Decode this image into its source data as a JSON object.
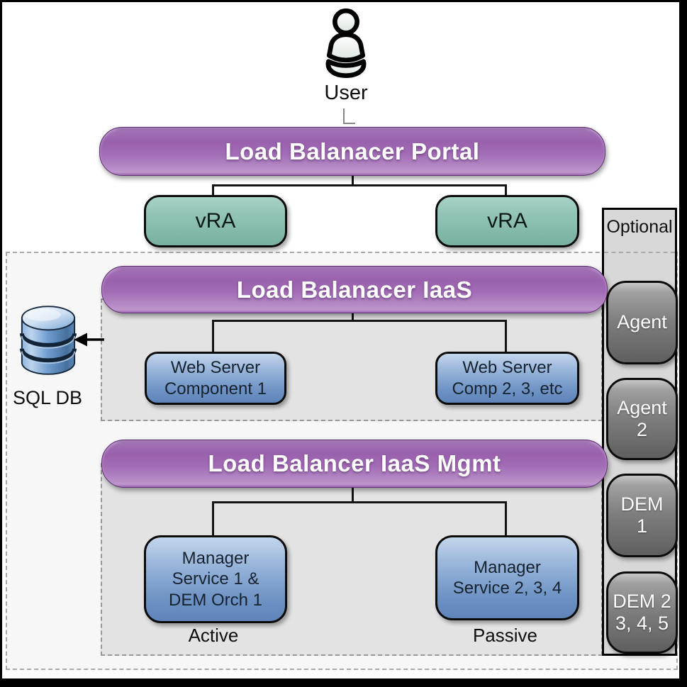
{
  "user": {
    "label": "User"
  },
  "portal": {
    "label": "Load Balanacer Portal"
  },
  "vra": {
    "left_label": "vRA",
    "right_label": "vRA"
  },
  "optional": {
    "title": "Optional",
    "boxes": [
      {
        "label": "Agent"
      },
      {
        "label": "Agent\n2"
      },
      {
        "label": "DEM\n1"
      },
      {
        "label": "DEM 2\n3, 4, 5"
      }
    ]
  },
  "iaas": {
    "title": "Load Balanacer IaaS",
    "web_server_1": "Web Server\nComponent 1",
    "web_server_2": "Web Server\nComp 2, 3, etc"
  },
  "sql": {
    "label": "SQL DB"
  },
  "mgmt": {
    "title": "Load Balancer IaaS Mgmt",
    "manager_1": "Manager\nService 1 &\nDEM Orch 1",
    "status_1": "Active",
    "manager_2": "Manager\nService 2, 3, 4",
    "status_2": "Passive"
  },
  "colors": {
    "bar_purple": "#a26cb5",
    "box_teal": "#8ec2b5",
    "box_blue": "#7d9fce",
    "box_gray": "#7e7e7e",
    "db_blue": "#5b85bb",
    "connector_black": "#141414",
    "zone_outer": "#f7f7f7",
    "zone_inner": "#e3e3e3",
    "panel_gray": "#d8d8d8"
  }
}
